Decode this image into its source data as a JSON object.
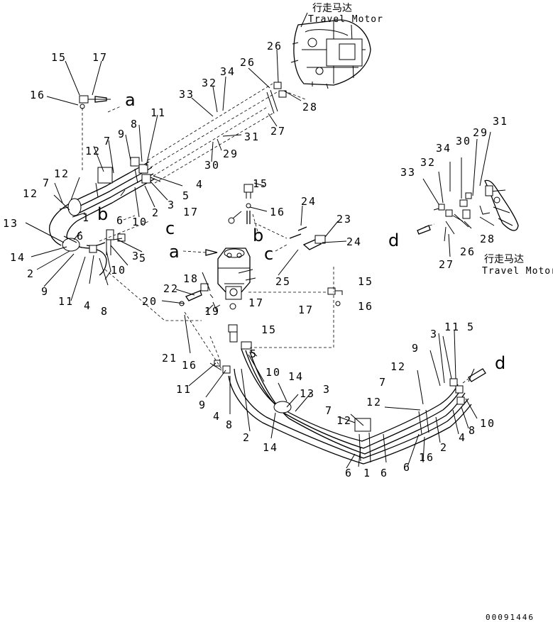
{
  "motor_labels": [
    {
      "id": "top",
      "cn": "行走马达",
      "en": "Travel Motor"
    },
    {
      "id": "right",
      "cn": "行走马达",
      "en": "Travel Motor"
    }
  ],
  "port_letters": {
    "a": "a",
    "b": "b",
    "c": "c",
    "d": "d"
  },
  "callouts": [
    "1",
    "2",
    "3",
    "4",
    "5",
    "6",
    "7",
    "8",
    "9",
    "10",
    "11",
    "12",
    "13",
    "14",
    "15",
    "16",
    "17",
    "18",
    "19",
    "20",
    "21",
    "22",
    "23",
    "24",
    "25",
    "26",
    "27",
    "28",
    "29",
    "30",
    "31",
    "32",
    "33",
    "34"
  ],
  "drawing_code": "00091446"
}
